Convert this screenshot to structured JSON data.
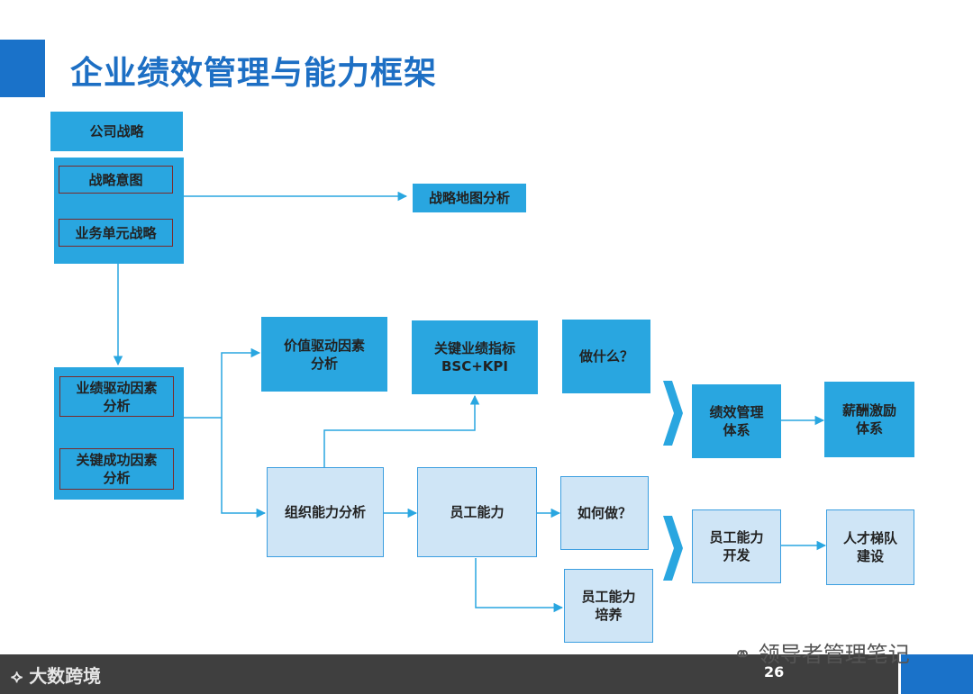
{
  "title": "企业绩效管理与能力框架",
  "nodes": {
    "company_strategy": "公司战略",
    "strategic_intent": "战略意图",
    "business_unit_strategy": "业务单元战略",
    "strategy_map_analysis": "战略地图分析",
    "performance_drivers": "业绩驱动因素\n分析",
    "key_success_factors": "关键成功因素\n分析",
    "value_drivers": "价值驱动因素\n分析",
    "kpi": "关键业绩指标\nBSC+KPI",
    "what_to_do": "做什么？",
    "org_capability": "组织能力分析",
    "employee_capability": "员工能力",
    "how_to_do": "如何做？",
    "employee_training": "员工能力\n培养",
    "performance_system": "绩效管理\n体系",
    "compensation": "薪酬激励\n体系",
    "employee_development": "员工能力\n开发",
    "talent_pipeline": "人才梯队\n建设"
  },
  "footer": {
    "logo": "大数跨境",
    "page_number": "26",
    "watermark": "领导者管理笔记"
  }
}
